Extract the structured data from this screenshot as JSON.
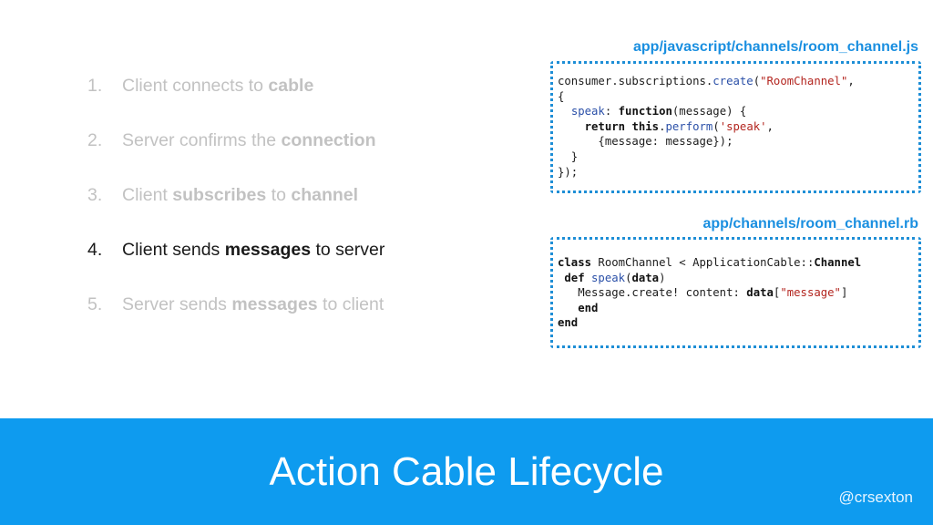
{
  "steps": [
    {
      "num": "1.",
      "parts": [
        {
          "t": "Client connects to ",
          "b": false
        },
        {
          "t": "cable",
          "b": true
        }
      ]
    },
    {
      "num": "2.",
      "parts": [
        {
          "t": "Server confirms the ",
          "b": false
        },
        {
          "t": "connection",
          "b": true
        }
      ]
    },
    {
      "num": "3.",
      "parts": [
        {
          "t": "Client ",
          "b": false
        },
        {
          "t": "subscribes",
          "b": true
        },
        {
          "t": " to ",
          "b": false
        },
        {
          "t": "channel",
          "b": true
        }
      ]
    },
    {
      "num": "4.",
      "parts": [
        {
          "t": "Client sends ",
          "b": false
        },
        {
          "t": "messages",
          "b": true
        },
        {
          "t": " to server",
          "b": false
        }
      ]
    },
    {
      "num": "5.",
      "parts": [
        {
          "t": "Server sends ",
          "b": false
        },
        {
          "t": "messages",
          "b": true
        },
        {
          "t": " to client",
          "b": false
        }
      ]
    }
  ],
  "active_step": 3,
  "files": {
    "js": {
      "label": "app/javascript/channels/room_channel.js",
      "lines": [
        [
          {
            "t": "consumer.subscriptions."
          },
          {
            "t": "create",
            "c": "fn"
          },
          {
            "t": "("
          },
          {
            "t": "\"RoomChannel\"",
            "c": "str"
          },
          {
            "t": ","
          }
        ],
        [
          {
            "t": "{"
          }
        ],
        [
          {
            "t": "  "
          },
          {
            "t": "speak",
            "c": "fn"
          },
          {
            "t": ": "
          },
          {
            "t": "function",
            "c": "kw"
          },
          {
            "t": "(message) {"
          }
        ],
        [
          {
            "t": "    "
          },
          {
            "t": "return",
            "c": "kw"
          },
          {
            "t": " "
          },
          {
            "t": "this",
            "c": "kw"
          },
          {
            "t": "."
          },
          {
            "t": "perform",
            "c": "fn"
          },
          {
            "t": "("
          },
          {
            "t": "'speak'",
            "c": "str"
          },
          {
            "t": ","
          }
        ],
        [
          {
            "t": "      {message: message});"
          }
        ],
        [
          {
            "t": "  }"
          }
        ],
        [
          {
            "t": "});"
          }
        ]
      ]
    },
    "rb": {
      "label": "app/channels/room_channel.rb",
      "lines": [
        [
          {
            "t": "class",
            "c": "kw"
          },
          {
            "t": " RoomChannel < ApplicationCable::"
          },
          {
            "t": "Channel",
            "c": "kw"
          }
        ],
        [
          {
            "t": " "
          },
          {
            "t": "def",
            "c": "kw"
          },
          {
            "t": " "
          },
          {
            "t": "speak",
            "c": "fn"
          },
          {
            "t": "("
          },
          {
            "t": "data",
            "c": "kw"
          },
          {
            "t": ")"
          }
        ],
        [
          {
            "t": "   Message.create! content: "
          },
          {
            "t": "data",
            "c": "kw"
          },
          {
            "t": "["
          },
          {
            "t": "\"message\"",
            "c": "str"
          },
          {
            "t": "]"
          }
        ],
        [
          {
            "t": "   "
          },
          {
            "t": "end",
            "c": "kw"
          }
        ],
        [
          {
            "t": "end",
            "c": "kw"
          }
        ]
      ]
    }
  },
  "footer": {
    "title": "Action Cable Lifecycle",
    "handle": "@crsexton"
  },
  "colors": {
    "accent": "#0e9bef",
    "label_blue": "#1a8fe0",
    "inactive_text": "#c2c2c2",
    "active_text": "#1a1a1a"
  }
}
